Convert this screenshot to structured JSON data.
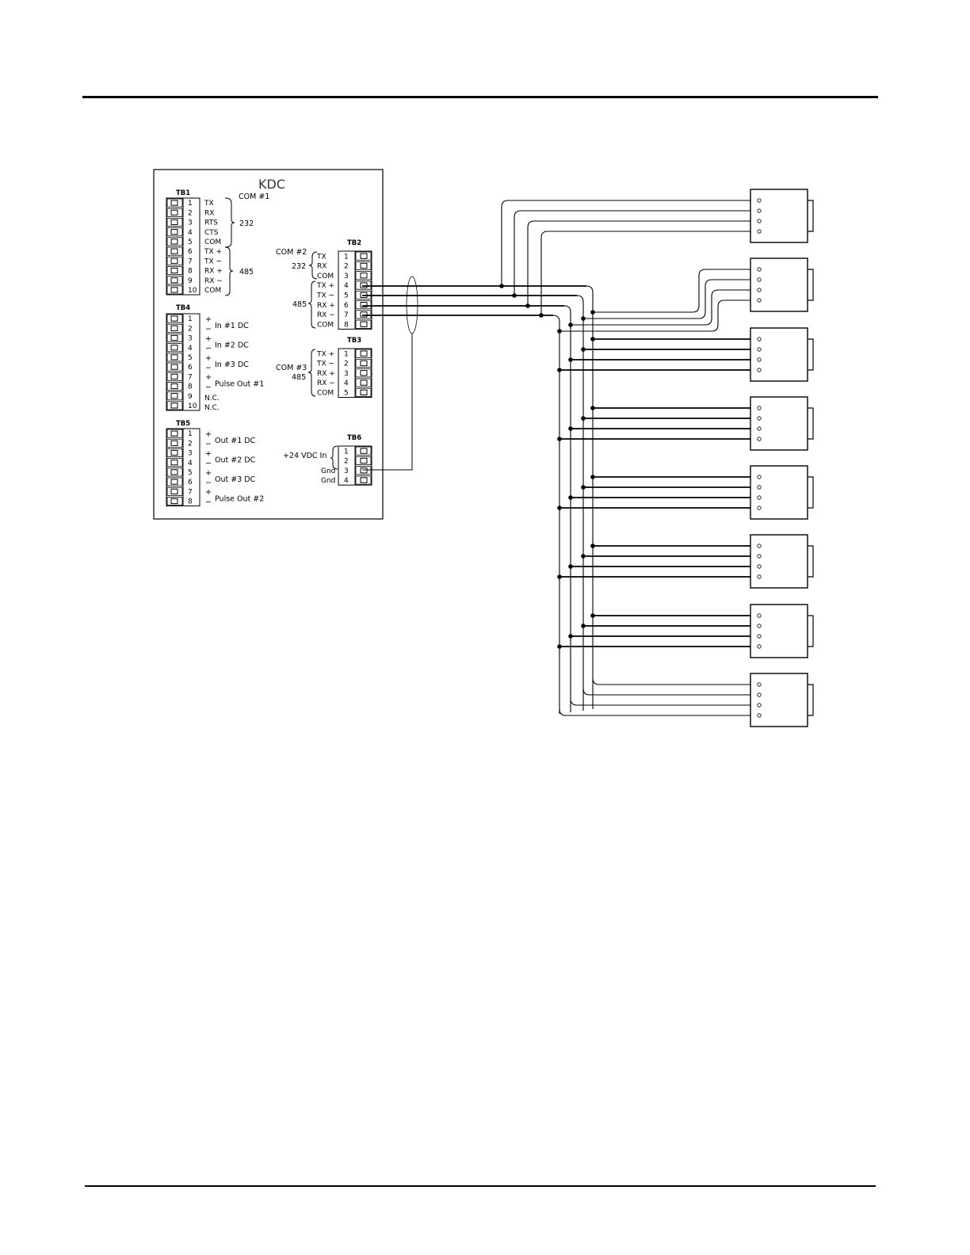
{
  "kdc_title": "KDC",
  "tb1": {
    "name": "TB1",
    "pins": [
      "1",
      "2",
      "3",
      "4",
      "5",
      "6",
      "7",
      "8",
      "9",
      "10"
    ],
    "signals": [
      "TX",
      "RX",
      "RTS",
      "CTS",
      "COM",
      "TX +",
      "TX −",
      "RX +",
      "RX −",
      "COM"
    ],
    "group_com": "COM #1",
    "group_232": "232",
    "group_485": "485"
  },
  "tb4": {
    "name": "TB4",
    "pins": [
      "1",
      "2",
      "3",
      "4",
      "5",
      "6",
      "7",
      "8",
      "9",
      "10"
    ],
    "labels": [
      "In #1 DC",
      "In #2 DC",
      "In #3 DC",
      "Pulse Out #1",
      "N.C.",
      "N.C."
    ]
  },
  "tb5": {
    "name": "TB5",
    "pins": [
      "1",
      "2",
      "3",
      "4",
      "5",
      "6",
      "7",
      "8"
    ],
    "labels": [
      "Out #1 DC",
      "Out #2 DC",
      "Out #3 DC",
      "Pulse Out #2"
    ]
  },
  "tb2": {
    "name": "TB2",
    "pins": [
      "1",
      "2",
      "3",
      "4",
      "5",
      "6",
      "7",
      "8"
    ],
    "signals": [
      "TX",
      "RX",
      "COM",
      "TX +",
      "TX −",
      "RX +",
      "RX −",
      "COM"
    ],
    "group_com": "COM #2",
    "group_232": "232",
    "group_485": "485"
  },
  "tb3": {
    "name": "TB3",
    "pins": [
      "1",
      "2",
      "3",
      "4",
      "5"
    ],
    "signals": [
      "TX +",
      "TX −",
      "RX +",
      "RX −",
      "COM"
    ],
    "group_com": "COM #3",
    "group_485": "485"
  },
  "tb6": {
    "name": "TB6",
    "pins": [
      "1",
      "2",
      "3",
      "4"
    ],
    "signals": [
      "",
      "",
      "Gnd",
      "Gnd"
    ],
    "supply": "+24 VDC In"
  },
  "devices_count_shown": 8
}
